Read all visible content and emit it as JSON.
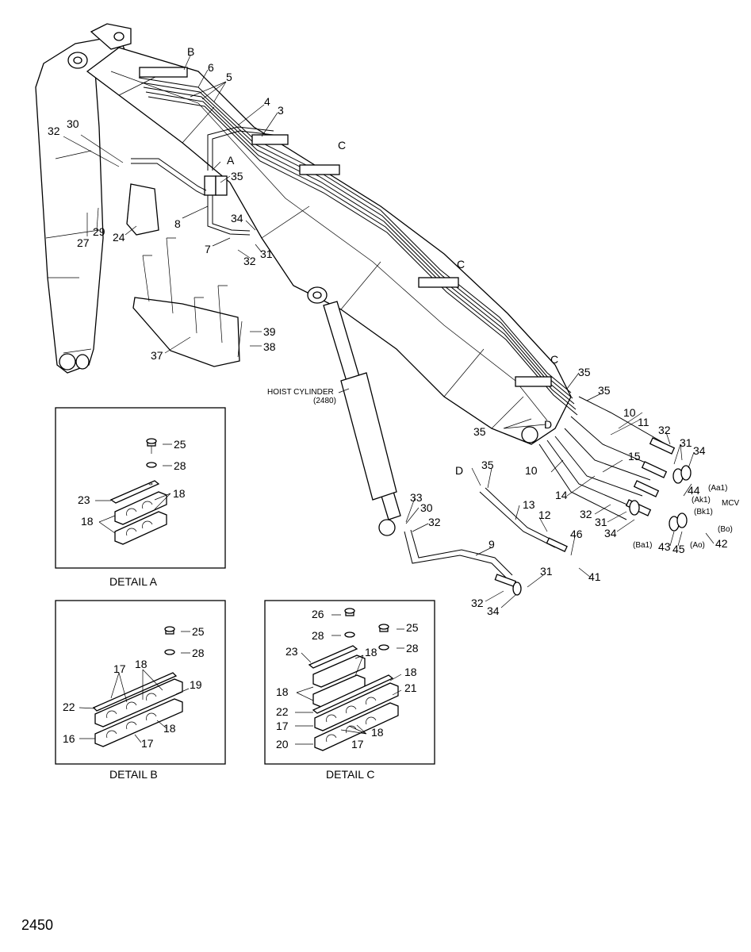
{
  "page_number": "2450",
  "callouts": {
    "c_B": "B",
    "c_6": "6",
    "c_5": "5",
    "c_4": "4",
    "c_3": "3",
    "c_A": "A",
    "c_35a": "35",
    "c_30": "30",
    "c_32a": "32",
    "c_C1": "C",
    "c_C2": "C",
    "c_C3": "C",
    "c_8": "8",
    "c_34a": "34",
    "c_27": "27",
    "c_29": "29",
    "c_24": "24",
    "c_7": "7",
    "c_31a": "31",
    "c_32b": "32",
    "c_39": "39",
    "c_38": "38",
    "c_37": "37",
    "c_35b": "35",
    "c_35c": "35",
    "c_35d": "35",
    "c_D1": "D",
    "c_10a": "10",
    "c_11": "11",
    "c_32c": "32",
    "c_31b": "31",
    "c_34b": "34",
    "c_15": "15",
    "c_10b": "10",
    "c_44": "44",
    "c_14": "14",
    "c_32d": "32",
    "c_31c": "31",
    "c_34c": "34",
    "c_43": "43",
    "c_45": "45",
    "c_42": "42",
    "c_D2": "D",
    "c_35e": "35",
    "c_13": "13",
    "c_12": "12",
    "c_46": "46",
    "c_41": "41",
    "c_33": "33",
    "c_30b": "30",
    "c_32e": "32",
    "c_9": "9",
    "c_31d": "31",
    "c_32f": "32",
    "c_34d": "34"
  },
  "port_labels": {
    "aa1": "(Aa1)",
    "ak1": "(Ak1)",
    "mcv": "MCV",
    "bk1": "(Bk1)",
    "bo": "(Bo)",
    "ao": "(Ao)",
    "ba1": "(Ba1)"
  },
  "hoist_cylinder": {
    "name": "HOIST CYLINDER",
    "ref": "(2480)"
  },
  "detail_a": {
    "title": "DETAIL A",
    "labels": {
      "l25": "25",
      "l28": "28",
      "l23": "23",
      "l18a": "18",
      "l18b": "18"
    }
  },
  "detail_b": {
    "title": "DETAIL B",
    "labels": {
      "l25": "25",
      "l28": "28",
      "l17a": "17",
      "l18a": "18",
      "l19": "19",
      "l22": "22",
      "l18b": "18",
      "l16": "16",
      "l17b": "17"
    }
  },
  "detail_c": {
    "title": "DETAIL C",
    "labels": {
      "l26": "26",
      "l25": "25",
      "l28a": "28",
      "l28b": "28",
      "l23": "23",
      "l18a": "18",
      "l18b": "18",
      "l18c": "18",
      "l22": "22",
      "l21": "21",
      "l17a": "17",
      "l18d": "18",
      "l20": "20",
      "l17b": "17"
    }
  }
}
